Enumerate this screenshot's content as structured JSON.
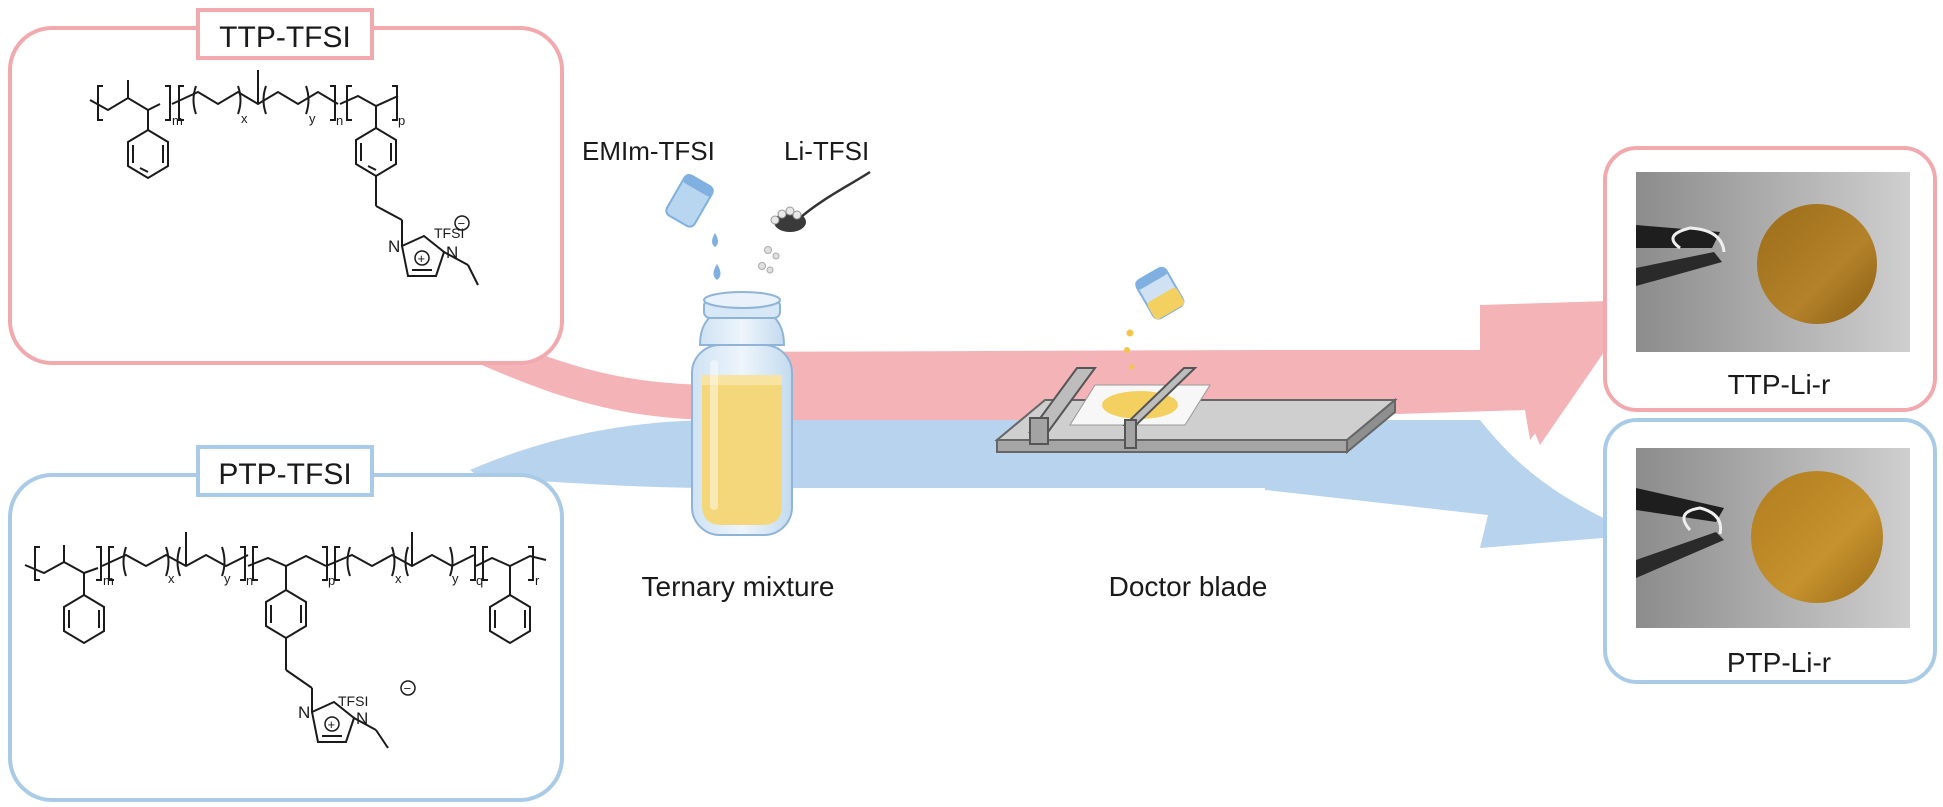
{
  "polymers": {
    "top": {
      "title": "TTP-TFSI",
      "counter_ion": "TFSI",
      "subscripts": {
        "m": "m",
        "x": "x",
        "y": "y",
        "n": "n",
        "p": "p"
      }
    },
    "bottom": {
      "title": "PTP-TFSI",
      "counter_ion": "TFSI",
      "subscripts": {
        "m": "m",
        "x": "x",
        "y": "y",
        "n": "n",
        "p": "p",
        "x2": "x",
        "y2": "y",
        "q": "q",
        "r": "r"
      }
    },
    "nitrogen": "N",
    "plus": "+",
    "minus": "−"
  },
  "reagents": {
    "ionic_liquid": "EMIm-TFSI",
    "salt": "Li-TFSI"
  },
  "steps": {
    "mixture": "Ternary mixture",
    "casting": "Doctor blade"
  },
  "products": {
    "top": "TTP-Li-r",
    "bottom": "PTP-Li-r"
  },
  "colors": {
    "pink_border": "#f2a9ad",
    "pink_flow": "#f4b4b7",
    "blue_border": "#a9cbe8",
    "blue_flow": "#b7d3ee",
    "liquid": "#f3d77a",
    "film": "#a8781e"
  }
}
